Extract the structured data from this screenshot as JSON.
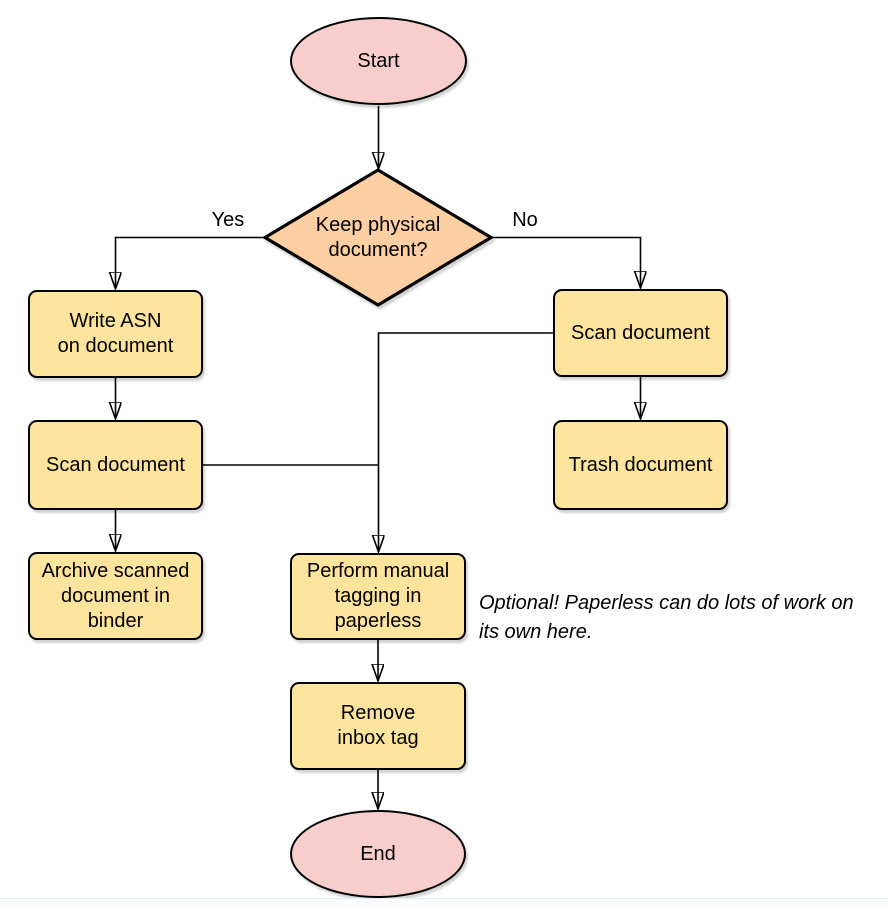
{
  "diagram_type": "flowchart",
  "colors": {
    "terminal_fill": "#F8CECC",
    "decision_fill": "#FDCFA2",
    "process_fill": "#FFE49D",
    "stroke": "#000000",
    "background": "#FFFFFF"
  },
  "nodes": {
    "start": {
      "type": "terminal",
      "label": "Start"
    },
    "decision": {
      "type": "decision",
      "label": "Keep physical\ndocument?"
    },
    "write_asn": {
      "type": "process",
      "label": "Write ASN\non document"
    },
    "scan_left": {
      "type": "process",
      "label": "Scan document"
    },
    "archive": {
      "type": "process",
      "label": "Archive scanned\ndocument in\nbinder"
    },
    "scan_right": {
      "type": "process",
      "label": "Scan document"
    },
    "trash": {
      "type": "process",
      "label": "Trash document"
    },
    "tagging": {
      "type": "process",
      "label": "Perform manual\ntagging in\npaperless"
    },
    "remove_inbox": {
      "type": "process",
      "label": "Remove\ninbox tag"
    },
    "end": {
      "type": "terminal",
      "label": "End"
    }
  },
  "edges": [
    {
      "from": "start",
      "to": "decision",
      "label": ""
    },
    {
      "from": "decision",
      "to": "write_asn",
      "label": "Yes"
    },
    {
      "from": "decision",
      "to": "scan_right",
      "label": "No"
    },
    {
      "from": "write_asn",
      "to": "scan_left",
      "label": ""
    },
    {
      "from": "scan_left",
      "to": "archive",
      "label": ""
    },
    {
      "from": "scan_right",
      "to": "trash",
      "label": ""
    },
    {
      "from": "scan_right",
      "to": "tagging",
      "label": ""
    },
    {
      "from": "scan_left",
      "to": "tagging",
      "label": ""
    },
    {
      "from": "tagging",
      "to": "remove_inbox",
      "label": ""
    },
    {
      "from": "remove_inbox",
      "to": "end",
      "label": ""
    }
  ],
  "annotation": "Optional! Paperless can do lots of work on\nits own here."
}
